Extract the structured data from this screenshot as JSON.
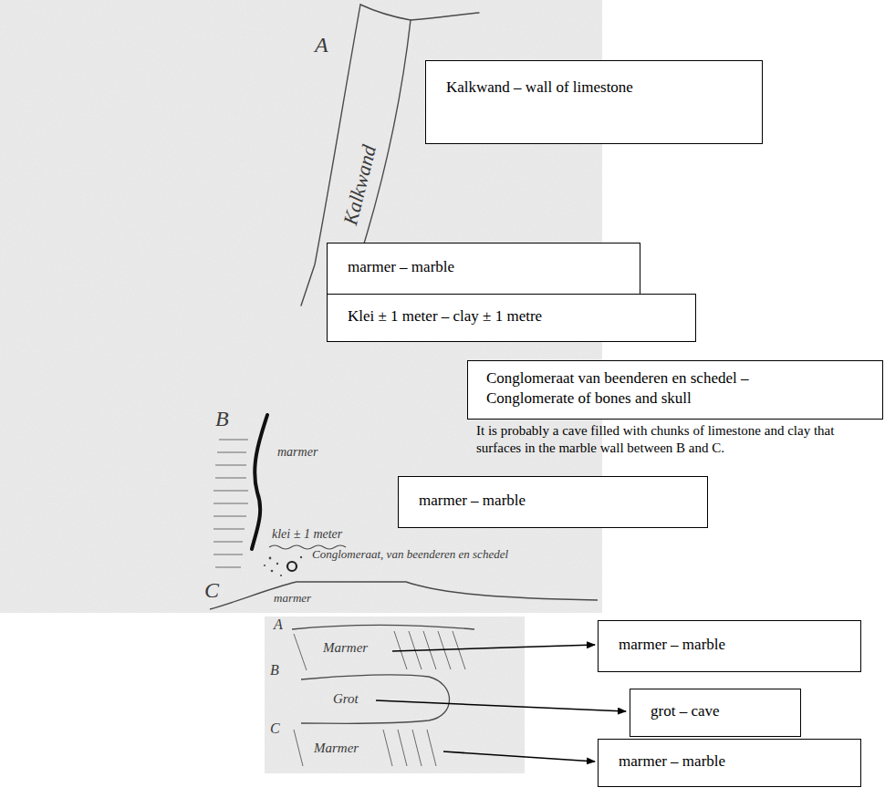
{
  "diagram": {
    "nodes": [
      {
        "text": [
          "Kalkwand – wall of limestone"
        ]
      },
      {
        "text": [
          "marmer – marble"
        ]
      },
      {
        "text": [
          "Klei ± 1 meter – clay ± 1 metre"
        ]
      },
      {
        "text": [
          "Conglomeraat van beenderen en schedel – Conglomerate of bones and skull"
        ]
      },
      {
        "text": [
          "marmer – marble"
        ]
      },
      {
        "text": [
          "marmer – marble"
        ]
      },
      {
        "text": [
          "grot – cave"
        ]
      },
      {
        "text": [
          "marmer – marble"
        ]
      }
    ],
    "labels": [
      "It is probably a cave filled with chunks of limestone and clay that surfaces in the marble wall between B and C.",
      "A",
      "Kalkwand",
      "B",
      "marmer",
      "klei ± 1 meter",
      "Conglomeraat, van beenderen en schedel",
      "C",
      "marmer",
      "A",
      "Marmer",
      "B",
      "Grot",
      "C",
      "Marmer"
    ]
  }
}
